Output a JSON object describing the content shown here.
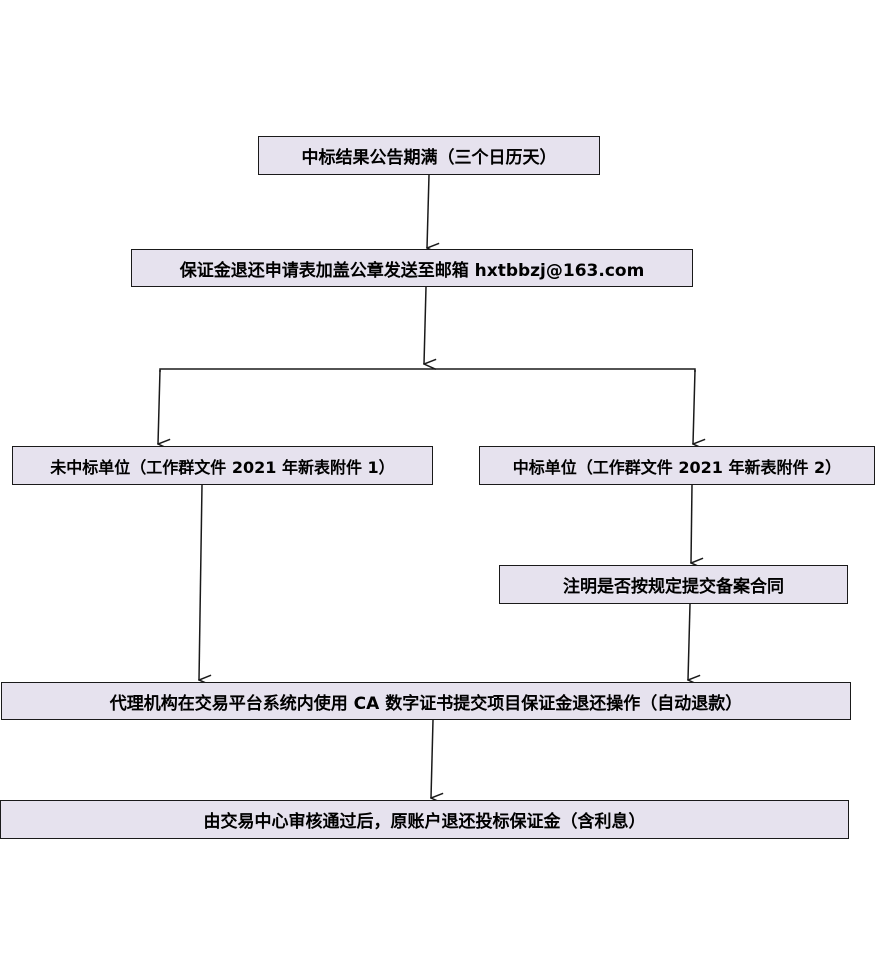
{
  "flowchart": {
    "step1": "中标结果公告期满（三个日历天）",
    "step2": "保证金退还申请表加盖公章发送至邮箱 hxtbbzj@163.com",
    "branch_left": "未中标单位（工作群文件 2021 年新表附件 1）",
    "branch_right": "中标单位（工作群文件 2021 年新表附件 2）",
    "branch_right_note": "注明是否按规定提交备案合同",
    "step4": "代理机构在交易平台系统内使用 CA 数字证书提交项目保证金退还操作（自动退款）",
    "step5": "由交易中心审核通过后，原账户退还投标保证金（含利息）"
  },
  "colors": {
    "box_fill": "#e6e2ee",
    "box_border": "#1a1a1a",
    "line": "#1a1a1a"
  }
}
